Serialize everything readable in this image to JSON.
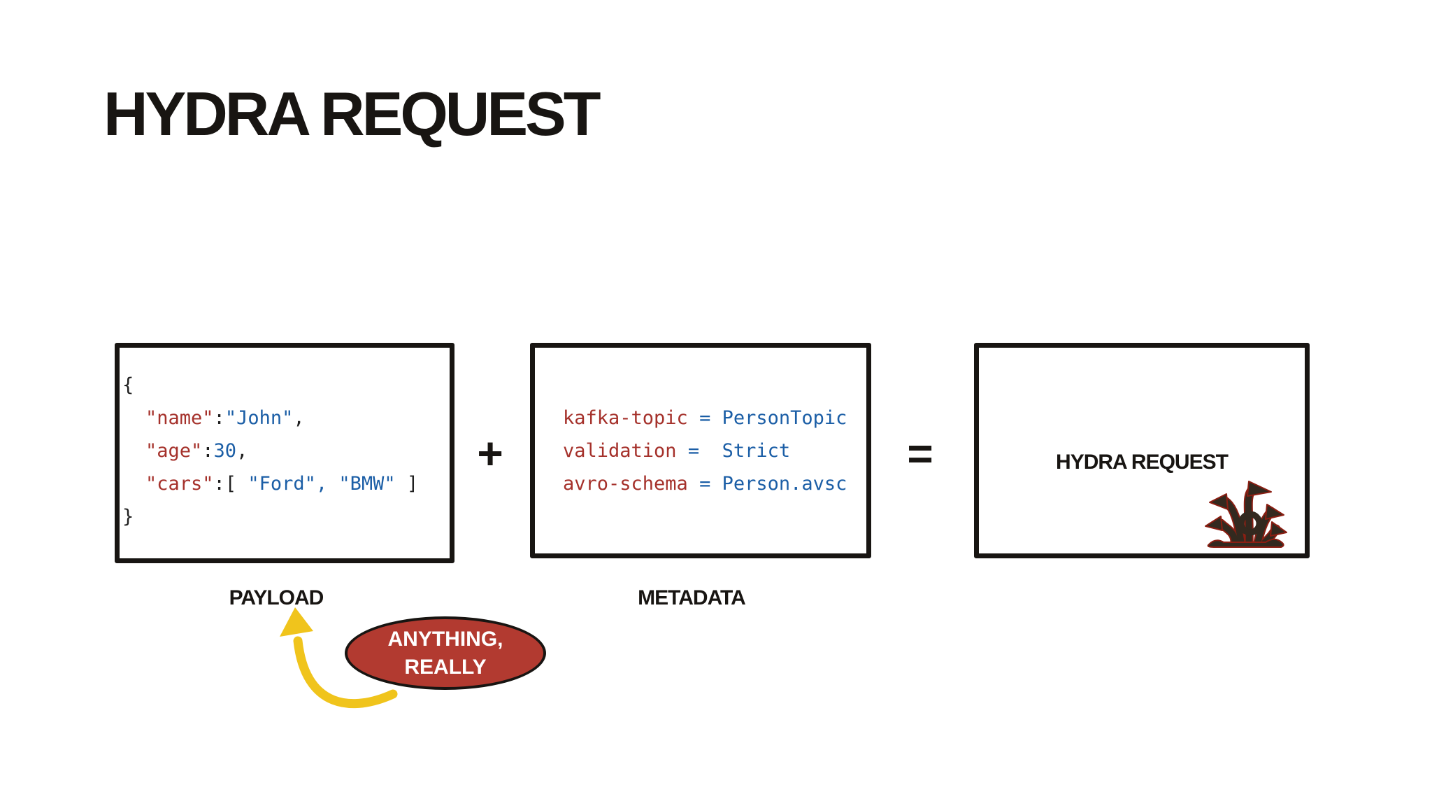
{
  "title": "HYDRA REQUEST",
  "colors": {
    "ink": "#181512",
    "code_key": "#a5312b",
    "code_value": "#1b5ea6",
    "code_plain": "#1f1f1f",
    "callout_fill": "#b23a30",
    "callout_text": "#ffffff",
    "arrow_yellow": "#f0c41c",
    "hydra_body": "#33291f",
    "hydra_outline": "#8a1e12"
  },
  "operators": {
    "plus": "+",
    "equals": "="
  },
  "payload_box": {
    "label": "PAYLOAD",
    "code": {
      "open_brace": "{",
      "name_key": "\"name\"",
      "name_colon": ":",
      "name_value": "\"John\"",
      "name_comma": ",",
      "age_key": "\"age\"",
      "age_colon": ":",
      "age_value": "30",
      "age_comma": ",",
      "cars_key": "\"cars\"",
      "cars_colon": ":",
      "cars_open_bracket": "[ ",
      "ford_value": "\"Ford\"",
      "cars_comma": ", ",
      "bmw_value": "\"BMW\"",
      "cars_close_bracket": " ]",
      "close_brace": "}"
    }
  },
  "metadata_box": {
    "label": "METADATA",
    "code": {
      "kafka_key": "kafka-topic",
      "kafka_eq": " = ",
      "kafka_value": "PersonTopic",
      "validation_key": "validation",
      "validation_eq": " =  ",
      "validation_value": "Strict",
      "avro_key": "avro-schema",
      "avro_eq": " = ",
      "avro_value": "Person.avsc"
    }
  },
  "result_box": {
    "label": "HYDRA REQUEST",
    "icon": "hydra-icon"
  },
  "callout": {
    "line1": "ANYTHING,",
    "line2": "REALLY"
  }
}
